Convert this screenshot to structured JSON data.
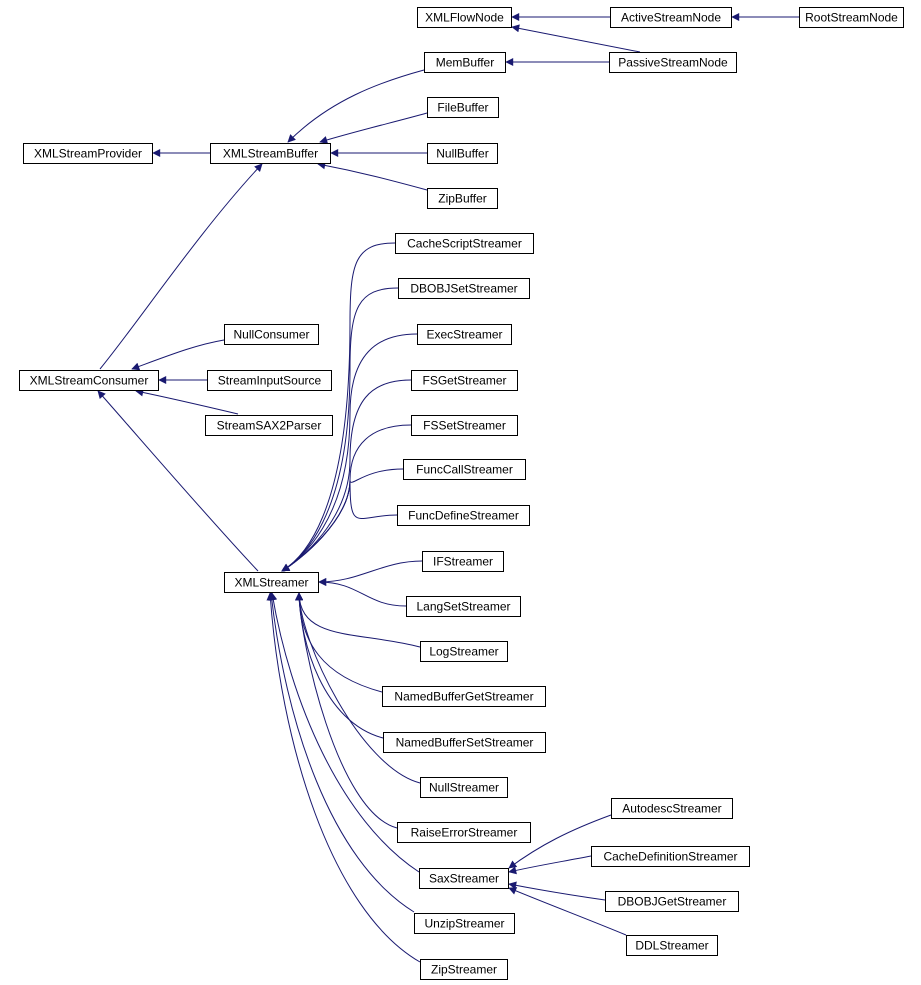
{
  "colors": {
    "edge": "#191970",
    "box_stroke": "#000000",
    "box_fill": "#ffffff",
    "background": "#ffffff"
  },
  "nodes": {
    "XMLFlowNode": "XMLFlowNode",
    "ActiveStreamNode": "ActiveStreamNode",
    "RootStreamNode": "RootStreamNode",
    "MemBuffer": "MemBuffer",
    "PassiveStreamNode": "PassiveStreamNode",
    "FileBuffer": "FileBuffer",
    "XMLStreamProvider": "XMLStreamProvider",
    "XMLStreamBuffer": "XMLStreamBuffer",
    "NullBuffer": "NullBuffer",
    "ZipBuffer": "ZipBuffer",
    "CacheScriptStreamer": "CacheScriptStreamer",
    "DBOBJSetStreamer": "DBOBJSetStreamer",
    "NullConsumer": "NullConsumer",
    "ExecStreamer": "ExecStreamer",
    "XMLStreamConsumer": "XMLStreamConsumer",
    "StreamInputSource": "StreamInputSource",
    "FSGetStreamer": "FSGetStreamer",
    "StreamSAX2Parser": "StreamSAX2Parser",
    "FSSetStreamer": "FSSetStreamer",
    "FuncCallStreamer": "FuncCallStreamer",
    "FuncDefineStreamer": "FuncDefineStreamer",
    "IFStreamer": "IFStreamer",
    "XMLStreamer": "XMLStreamer",
    "LangSetStreamer": "LangSetStreamer",
    "LogStreamer": "LogStreamer",
    "NamedBufferGetStreamer": "NamedBufferGetStreamer",
    "NamedBufferSetStreamer": "NamedBufferSetStreamer",
    "NullStreamer": "NullStreamer",
    "AutodescStreamer": "AutodescStreamer",
    "RaiseErrorStreamer": "RaiseErrorStreamer",
    "CacheDefinitionStreamer": "CacheDefinitionStreamer",
    "SaxStreamer": "SaxStreamer",
    "DBOBJGetStreamer": "DBOBJGetStreamer",
    "DDLStreamer": "DDLStreamer",
    "UnzipStreamer": "UnzipStreamer",
    "ZipStreamer": "ZipStreamer"
  },
  "edges": [
    {
      "from": "ActiveStreamNode",
      "to": "XMLFlowNode"
    },
    {
      "from": "RootStreamNode",
      "to": "ActiveStreamNode"
    },
    {
      "from": "PassiveStreamNode",
      "to": "XMLFlowNode"
    },
    {
      "from": "PassiveStreamNode",
      "to": "MemBuffer"
    },
    {
      "from": "XMLStreamBuffer",
      "to": "XMLStreamProvider"
    },
    {
      "from": "MemBuffer",
      "to": "XMLStreamBuffer"
    },
    {
      "from": "FileBuffer",
      "to": "XMLStreamBuffer"
    },
    {
      "from": "NullBuffer",
      "to": "XMLStreamBuffer"
    },
    {
      "from": "ZipBuffer",
      "to": "XMLStreamBuffer"
    },
    {
      "from": "XMLStreamConsumer",
      "to": "XMLStreamBuffer"
    },
    {
      "from": "NullConsumer",
      "to": "XMLStreamConsumer"
    },
    {
      "from": "StreamInputSource",
      "to": "XMLStreamConsumer"
    },
    {
      "from": "StreamSAX2Parser",
      "to": "XMLStreamConsumer"
    },
    {
      "from": "XMLStreamer",
      "to": "XMLStreamConsumer"
    },
    {
      "from": "CacheScriptStreamer",
      "to": "XMLStreamer"
    },
    {
      "from": "DBOBJSetStreamer",
      "to": "XMLStreamer"
    },
    {
      "from": "ExecStreamer",
      "to": "XMLStreamer"
    },
    {
      "from": "FSGetStreamer",
      "to": "XMLStreamer"
    },
    {
      "from": "FSSetStreamer",
      "to": "XMLStreamer"
    },
    {
      "from": "FuncCallStreamer",
      "to": "XMLStreamer"
    },
    {
      "from": "FuncDefineStreamer",
      "to": "XMLStreamer"
    },
    {
      "from": "IFStreamer",
      "to": "XMLStreamer"
    },
    {
      "from": "LangSetStreamer",
      "to": "XMLStreamer"
    },
    {
      "from": "LogStreamer",
      "to": "XMLStreamer"
    },
    {
      "from": "NamedBufferGetStreamer",
      "to": "XMLStreamer"
    },
    {
      "from": "NamedBufferSetStreamer",
      "to": "XMLStreamer"
    },
    {
      "from": "NullStreamer",
      "to": "XMLStreamer"
    },
    {
      "from": "RaiseErrorStreamer",
      "to": "XMLStreamer"
    },
    {
      "from": "SaxStreamer",
      "to": "XMLStreamer"
    },
    {
      "from": "UnzipStreamer",
      "to": "XMLStreamer"
    },
    {
      "from": "ZipStreamer",
      "to": "XMLStreamer"
    },
    {
      "from": "AutodescStreamer",
      "to": "SaxStreamer"
    },
    {
      "from": "CacheDefinitionStreamer",
      "to": "SaxStreamer"
    },
    {
      "from": "DBOBJGetStreamer",
      "to": "SaxStreamer"
    },
    {
      "from": "DDLStreamer",
      "to": "SaxStreamer"
    }
  ]
}
